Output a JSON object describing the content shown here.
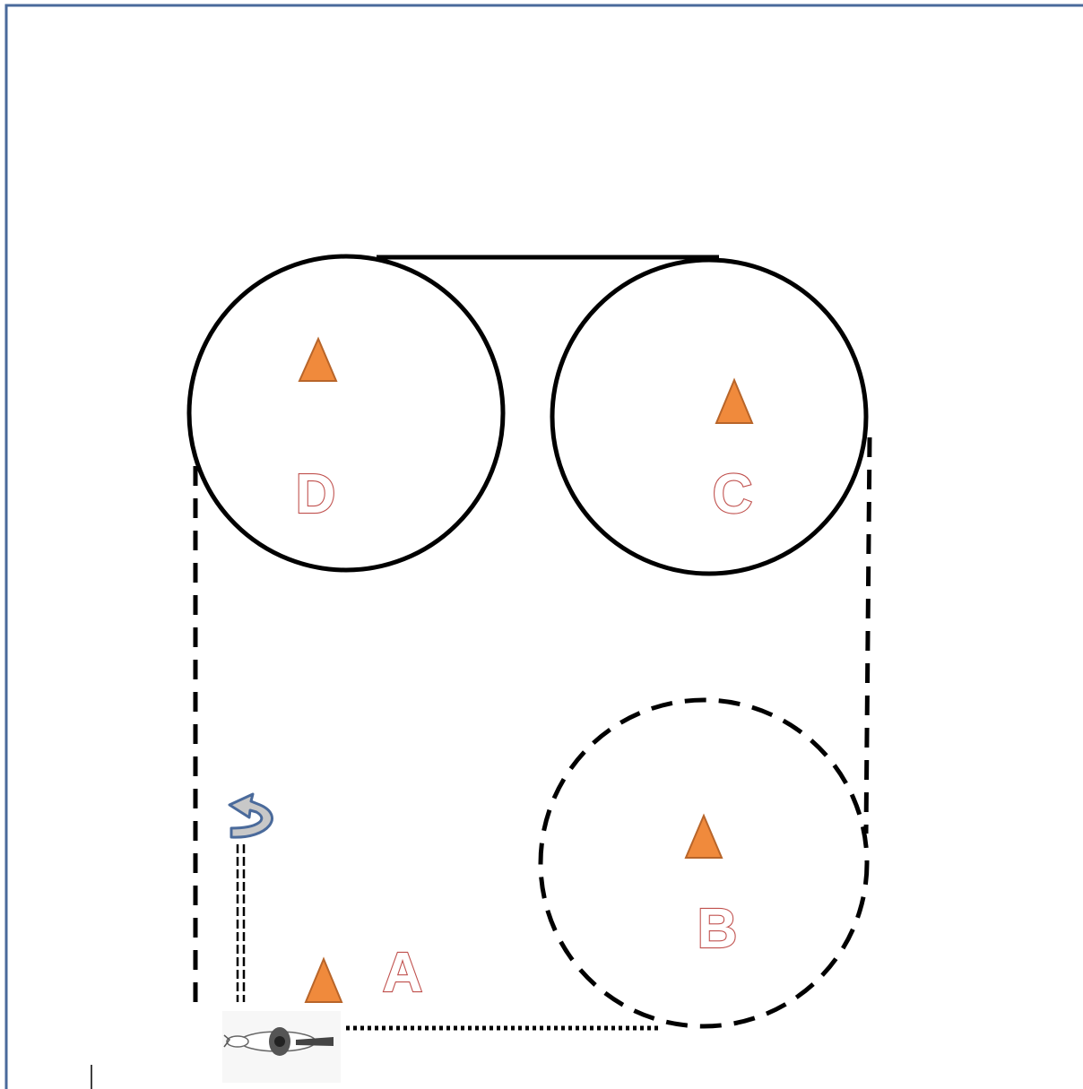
{
  "markers": {
    "a": "A",
    "b": "B",
    "c": "C",
    "d": "D"
  },
  "colors": {
    "frame": "#4a6a9b",
    "cone": "#f08a3c",
    "letter_outline": "#c0504d",
    "turn_arrow": "#4a6a9b",
    "line": "#000000"
  },
  "icons": {
    "horse_rider": "horse-and-rider-top-view-icon",
    "turn_arrow": "u-turn-arrow-icon",
    "cone": "cone-icon"
  }
}
